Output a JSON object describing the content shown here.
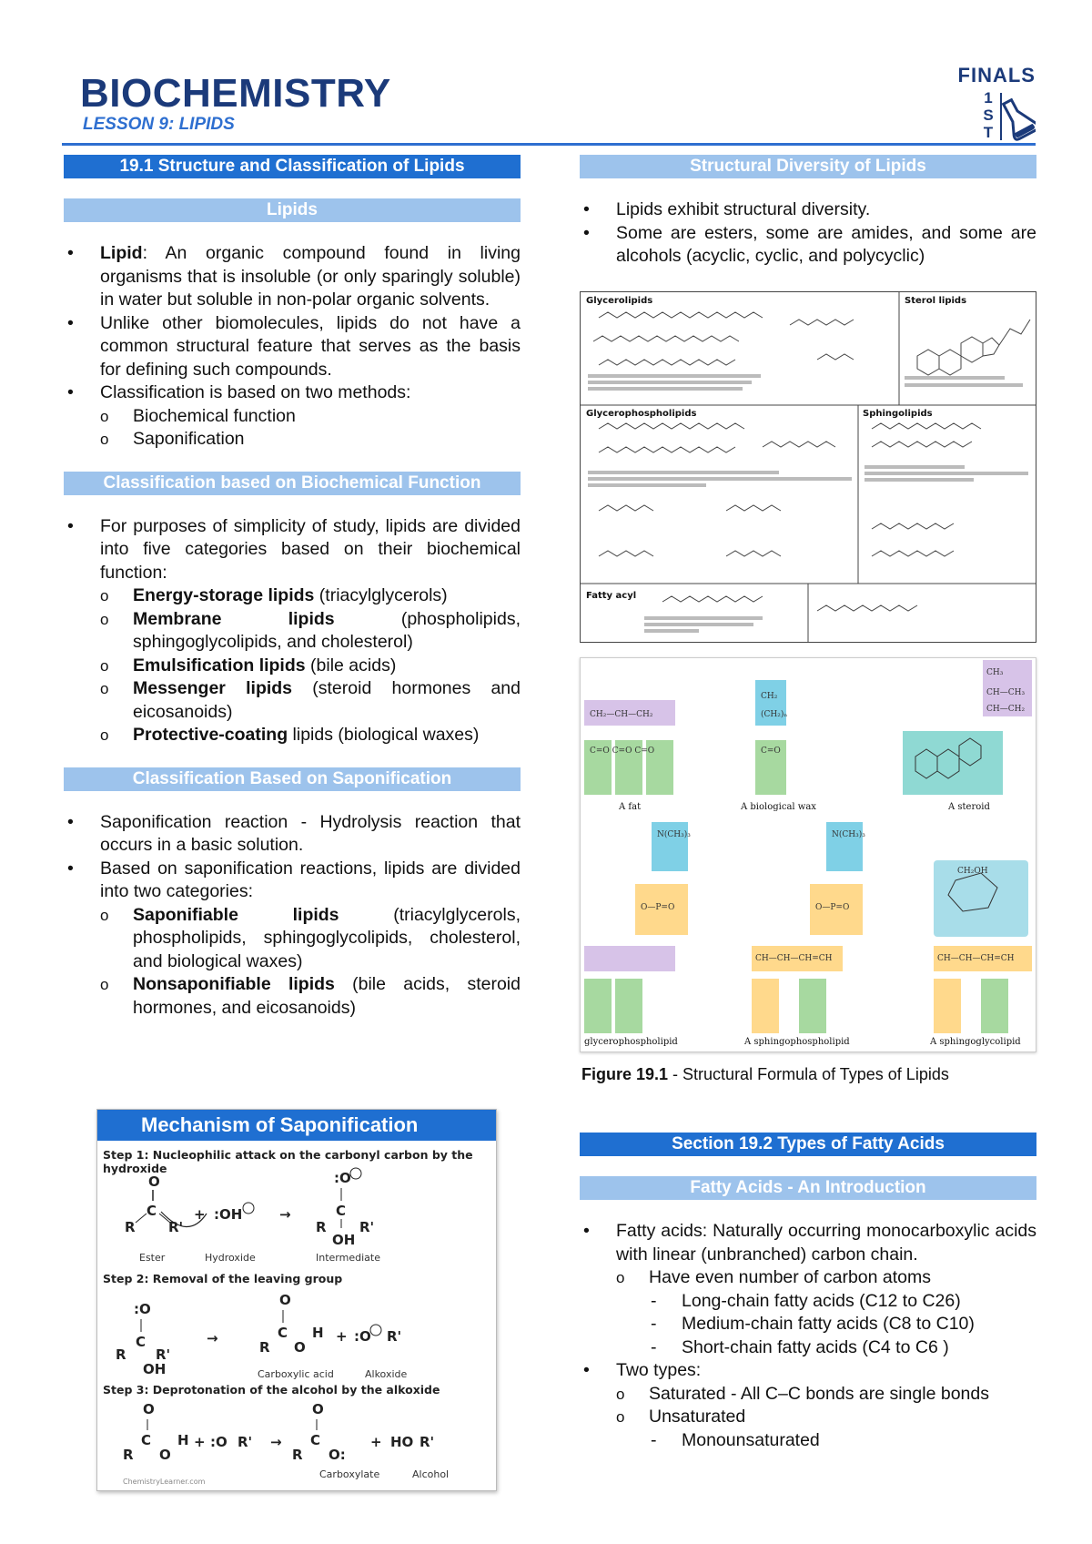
{
  "header": {
    "title": "BIOCHEMISTRY",
    "subtitle": "LESSON 9: LIPIDS",
    "logo_word": "FINALS",
    "logo_num": [
      "1",
      "S",
      "T"
    ]
  },
  "left": {
    "section_title": "19.1 Structure and Classification of Lipids",
    "lipids_bar": "Lipids",
    "lipid_term": "Lipid",
    "lipid_def": ": An organic compound found in living organisms that is insoluble (or only sparingly soluble) in water but soluble in non-polar organic solvents.",
    "bullet2": "Unlike other biomolecules, lipids do not have a common structural feature that serves as the basis for defining such compounds.",
    "bullet3": "Classification is based on two methods:",
    "methods": [
      "Biochemical function",
      "Saponification"
    ],
    "biochem_bar": "Classification based on Biochemical Function",
    "biochem_intro": "For purposes of simplicity of study, lipids are divided into five categories based on their biochemical function:",
    "categories": [
      {
        "term": "Energy-storage lipids",
        "desc": " (triacylglycerols)"
      },
      {
        "term": "Membrane lipids",
        "desc": " (phospholipids, sphingoglycolipids, and cholesterol)"
      },
      {
        "term": "Emulsification lipids",
        "desc": " (bile acids)"
      },
      {
        "term": "Messenger lipids",
        "desc": " (steroid hormones and eicosanoids)"
      },
      {
        "term": "Protective-coating",
        "desc": " lipids (biological waxes)"
      }
    ],
    "sapon_bar": "Classification Based on Saponification",
    "sapon_b1": "Saponification reaction - Hydrolysis reaction that occurs in a basic solution.",
    "sapon_b2": "Based on saponification reactions, lipids are divided into two categories:",
    "sapon_cats": [
      {
        "term": "Saponifiable lipids",
        "desc": " (triacylglycerols, phospholipids, sphingoglycolipids, cholesterol, and biological waxes)"
      },
      {
        "term": "Nonsaponifiable lipids",
        "desc": " (bile acids, steroid hormones, and eicosanoids)"
      }
    ],
    "mechanism": {
      "title": "Mechanism of Saponification",
      "step1": "Step 1: Nucleophilic attack on the carbonyl carbon by the hydroxide",
      "step2": "Step 2: Removal of the leaving group",
      "step3": "Step 3: Deprotonation of the alcohol by the alkoxide",
      "labels1": [
        "Ester",
        "Hydroxide",
        "Intermediate"
      ],
      "labels2": [
        "Carboxylic acid",
        "Alkoxide"
      ],
      "labels3": [
        "Carboxylate",
        "Alcohol"
      ],
      "credit": "ChemistryLearner.com"
    }
  },
  "right": {
    "diversity_bar": "Structural Diversity of Lipids",
    "div_b1": "Lipids exhibit structural diversity.",
    "div_b2": "Some are esters, some are amides, and some are alcohols (acyclic, cyclic, and polycyclic)",
    "fig_panels": {
      "glycerolipids": "Glycerolipids",
      "sterol": "Sterol lipids",
      "glycerophospholipids": "Glycerophospholipids",
      "sphingolipids": "Sphingolipids",
      "fatty_acyl": "Fatty acyl"
    },
    "fig2_labels": [
      "A fat",
      "A biological wax",
      "A steroid",
      "glycerophospholipid",
      "A sphingophospholipid",
      "A sphingoglycolipid"
    ],
    "fig_caption_bold": "Figure 19.1",
    "fig_caption": " - Structural Formula of Types of Lipids",
    "section2_title": "Section 19.2 Types of Fatty Acids",
    "fa_bar": "Fatty Acids - An Introduction",
    "fa_b1": "Fatty acids: Naturally occurring monocarboxylic acids with linear (unbranched) carbon chain.",
    "fa_sub1": "Have even number of carbon atoms",
    "fa_chains": [
      "Long-chain fatty acids (C12 to C26)",
      "Medium-chain fatty acids (C8 to C10)",
      "Short-chain fatty acids (C4 to C6 )"
    ],
    "fa_b2": "Two types:",
    "fa_types": [
      "Saturated - All C–C bonds are single bonds",
      "Unsaturated"
    ],
    "fa_unsat": [
      "Monounsaturated"
    ]
  },
  "colors": {
    "navy": "#1b3a7a",
    "blue": "#1f6fd1",
    "light_blue": "#9dc3ec"
  }
}
